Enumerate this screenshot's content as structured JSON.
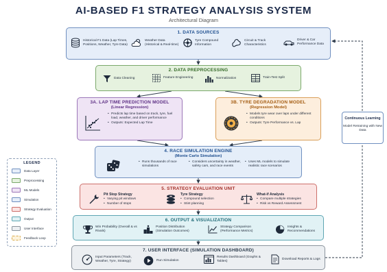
{
  "title": "AI-BASED F1 STRATEGY ANALYSIS SYSTEM",
  "subtitle": "Architectural Diagram",
  "colors": {
    "data_layer": "#e6eef9",
    "preprocessing": "#e6f2df",
    "ml_models_a": "#efe4f5",
    "ml_models_b": "#fdeedd",
    "simulation": "#e5eef9",
    "strategy_evaluation": "#fbe4e3",
    "output": "#e1f2f5",
    "user_interface": "#eceff2"
  },
  "s1": {
    "title": "1. DATA SOURCES",
    "items": [
      {
        "icon": "database-icon",
        "text": "Historical F1 Data (Lap Times, Positions, Weather, Tyre Data)"
      },
      {
        "icon": "cloud-sun-icon",
        "text": "Weather Data (Historical & Real-time)"
      },
      {
        "icon": "tyre-icon",
        "text": "Tyre Compound Information"
      },
      {
        "icon": "circuit-icon",
        "text": "Circuit & Track Characteristics"
      },
      {
        "icon": "car-icon",
        "text": "Driver & Car Performance Data"
      }
    ]
  },
  "s2": {
    "title": "2. DATA PREPROCESSING",
    "items": [
      {
        "icon": "filter-icon",
        "text": "Data Cleaning"
      },
      {
        "icon": "grid-icon",
        "text": "Feature Engineering"
      },
      {
        "icon": "bar-chart-icon",
        "text": "Normalization"
      },
      {
        "icon": "table-icon",
        "text": "Train-Test Split"
      }
    ]
  },
  "s3a": {
    "title": "3A. LAP TIME PREDICTION MODEL",
    "subtitle": "(Linear Regression)",
    "bullets": [
      "Predicts lap time based on track, tyre, fuel load, weather, and driver performance",
      "Outputs: Expected Lap Time"
    ]
  },
  "s3b": {
    "title": "3B. TYRE DEGRADATION MODEL",
    "subtitle": "(Regression Model)",
    "bullets": [
      "Models tyre wear over laps under different conditions",
      "Outputs: Tyre Performance vs. Lap"
    ]
  },
  "s4": {
    "title": "4. RACE SIMULATION ENGINE",
    "subtitle": "(Monte Carlo Simulation)",
    "bullets": [
      "Runs thousands of race simulations",
      "Considers uncertainty in weather, safety cars, and race events",
      "Uses ML models to simulate realistic race scenarios"
    ]
  },
  "s5": {
    "title": "5. STRATEGY EVALUATION UNIT",
    "groups": [
      {
        "icon": "wrench-icon",
        "title": "Pit Stop Strategy",
        "bullets": [
          "Varying pit windows",
          "Number of stops"
        ]
      },
      {
        "icon": "tyre-stack-icon",
        "title": "Tyre Strategy",
        "bullets": [
          "Compound selection",
          "Stint planning"
        ]
      },
      {
        "icon": "scales-icon",
        "title": "What-if Analysis",
        "bullets": [
          "Compare multiple strategies",
          "Risk vs Reward Assessment"
        ]
      }
    ]
  },
  "s6": {
    "title": "6. OUTPUT & VISUALIZATION",
    "items": [
      {
        "icon": "trophy-icon",
        "text": "Win Probability (Overall & vs Rivals)"
      },
      {
        "icon": "podium-icon",
        "text": "Position Distribution (Simulation Outcomes)"
      },
      {
        "icon": "line-chart-icon",
        "text": "Strategy Comparison (Performance Metrics)"
      },
      {
        "icon": "pie-chart-icon",
        "text": "Insights & Recommendations"
      }
    ]
  },
  "s7": {
    "title": "7. USER INTERFACE (SIMULATION DASHBOARD)",
    "items": [
      {
        "icon": "gauge-icon",
        "text": "Input Parameters (Track, Weather, Tyre, Strategy)"
      },
      {
        "icon": "play-icon",
        "text": "Run Simulation"
      },
      {
        "icon": "dashboard-icon",
        "text": "Results Dashboard (Graphs & Tables)"
      },
      {
        "icon": "document-icon",
        "text": "Download Reports & Logs"
      }
    ]
  },
  "legend": {
    "title": "LEGEND",
    "items": [
      {
        "label": "Data Layer",
        "fill": "#e6eef9",
        "stroke": "#6f8fbf"
      },
      {
        "label": "Preprocessing",
        "fill": "#e6f2df",
        "stroke": "#7aa86a"
      },
      {
        "label": "ML Models",
        "fill": "#efe4f5",
        "stroke": "#9b76b8"
      },
      {
        "label": "Simulation",
        "fill": "#e5eef9",
        "stroke": "#6f8fbf"
      },
      {
        "label": "Strategy Evaluation",
        "fill": "#fbe4e3",
        "stroke": "#cc6f6a"
      },
      {
        "label": "Output",
        "fill": "#e1f2f5",
        "stroke": "#5ea6b3"
      },
      {
        "label": "User Interface",
        "fill": "#eceff2",
        "stroke": "#8a939c"
      },
      {
        "label": "Feedback Loop",
        "fill": "#fdf3dc",
        "stroke": "#d9a94a"
      }
    ]
  },
  "feedback": {
    "title": "Continuous Learning",
    "desc": "Model Retraining with New Data"
  }
}
